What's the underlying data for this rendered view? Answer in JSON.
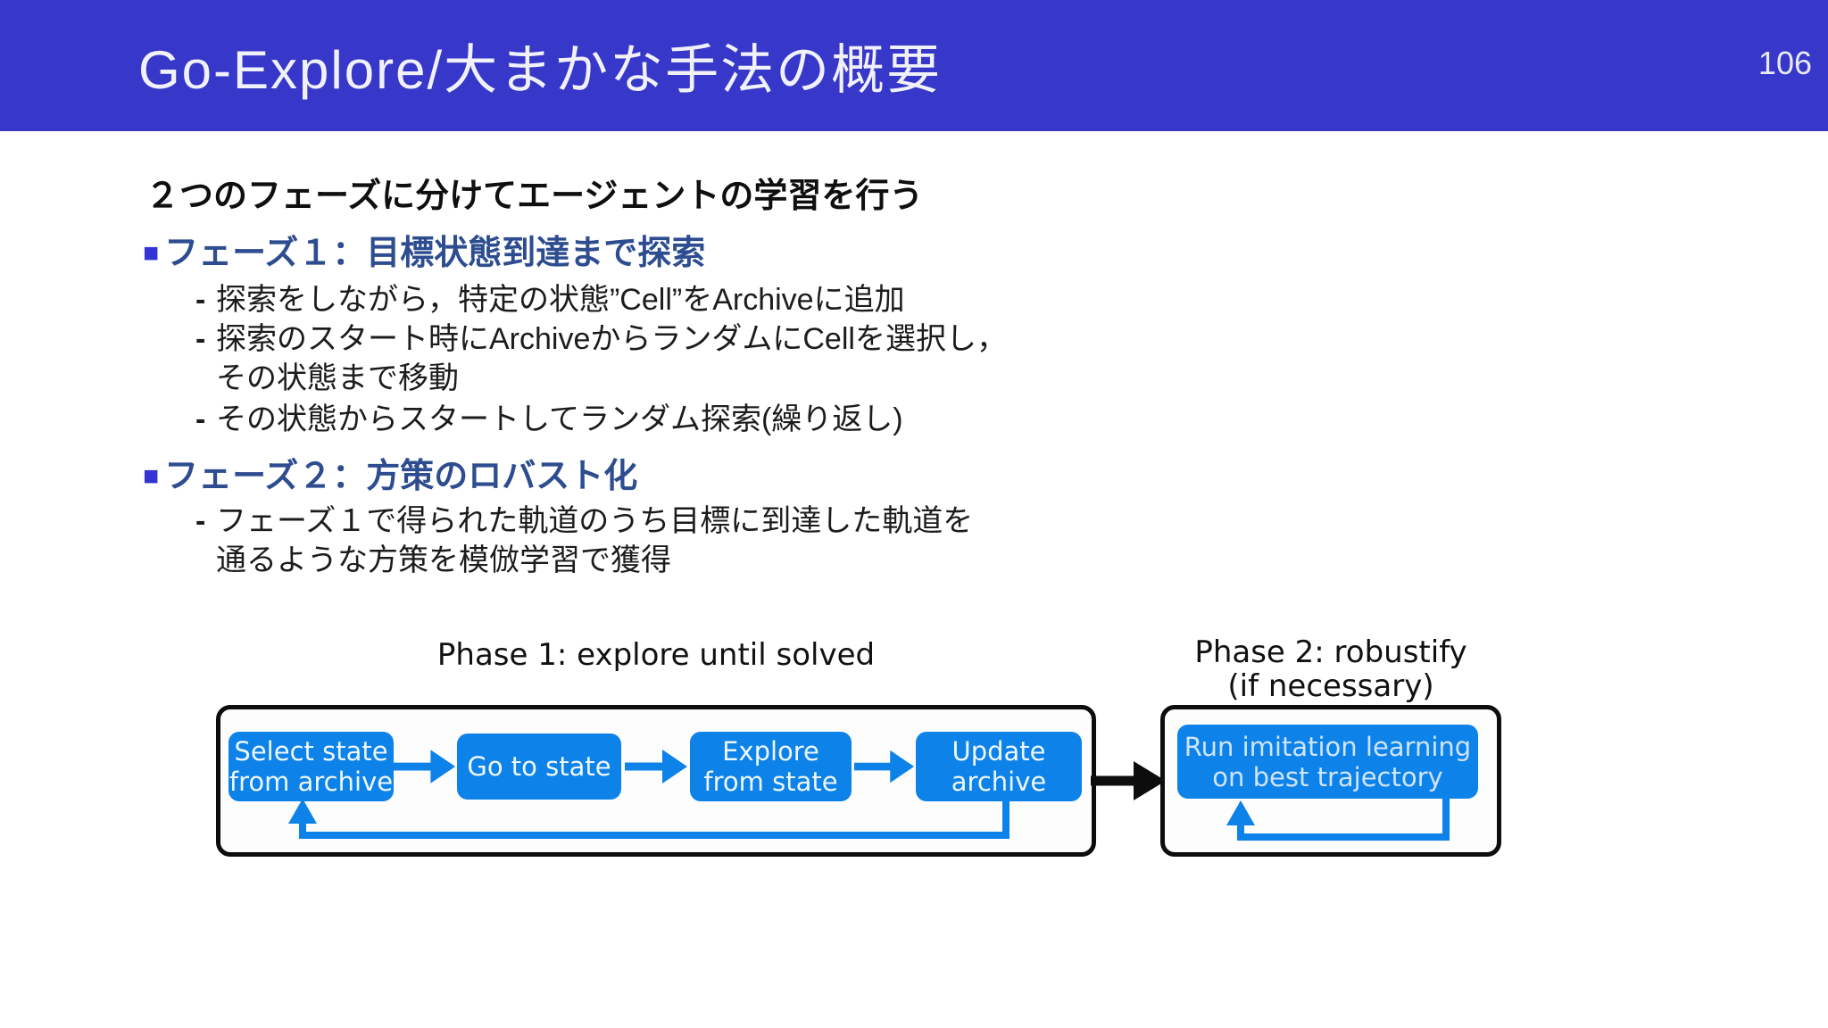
{
  "slide": {
    "header": {
      "title": "Go-Explore/大まかな手法の概要",
      "page_number": "106",
      "bg_color": "#3737c9"
    },
    "intro": "２つのフェーズに分けてエージェントの学習を行う",
    "item_marker": "-",
    "sections": [
      {
        "marker": "■",
        "heading": "フェーズ１：目標状態到達まで探索",
        "items": [
          "探索をしながら，特定の状態”Cell”をArchiveに追加",
          "探索のスタート時にArchiveからランダムにCellを選択し，\nその状態まで移動",
          "その状態からスタートしてランダム探索(繰り返し)"
        ]
      },
      {
        "marker": "■",
        "heading": "フェーズ２：方策のロバスト化",
        "items": [
          "フェーズ１で得られた軌道のうち目標に到達した軌道を\n通るような方策を模倣学習で獲得"
        ]
      }
    ],
    "diagram": {
      "phase1": {
        "title": "Phase 1: explore until solved",
        "boxes": [
          "Select state\nfrom archive",
          "Go to state",
          "Explore\nfrom state",
          "Update\narchive"
        ]
      },
      "phase2": {
        "title": "Phase 2: robustify\n(if necessary)",
        "boxes": [
          "Run imitation learning\non best trajectory"
        ]
      },
      "colors": {
        "heading_blue": "#2d4d90",
        "bullet_square_blue": "#3434d4",
        "diagram_blue": "#0d82e8",
        "diagram_outline": "#0d0d0d",
        "phase1_box_text": "#eef7ff",
        "phase2_box_text": "#cfe4ff"
      }
    }
  }
}
